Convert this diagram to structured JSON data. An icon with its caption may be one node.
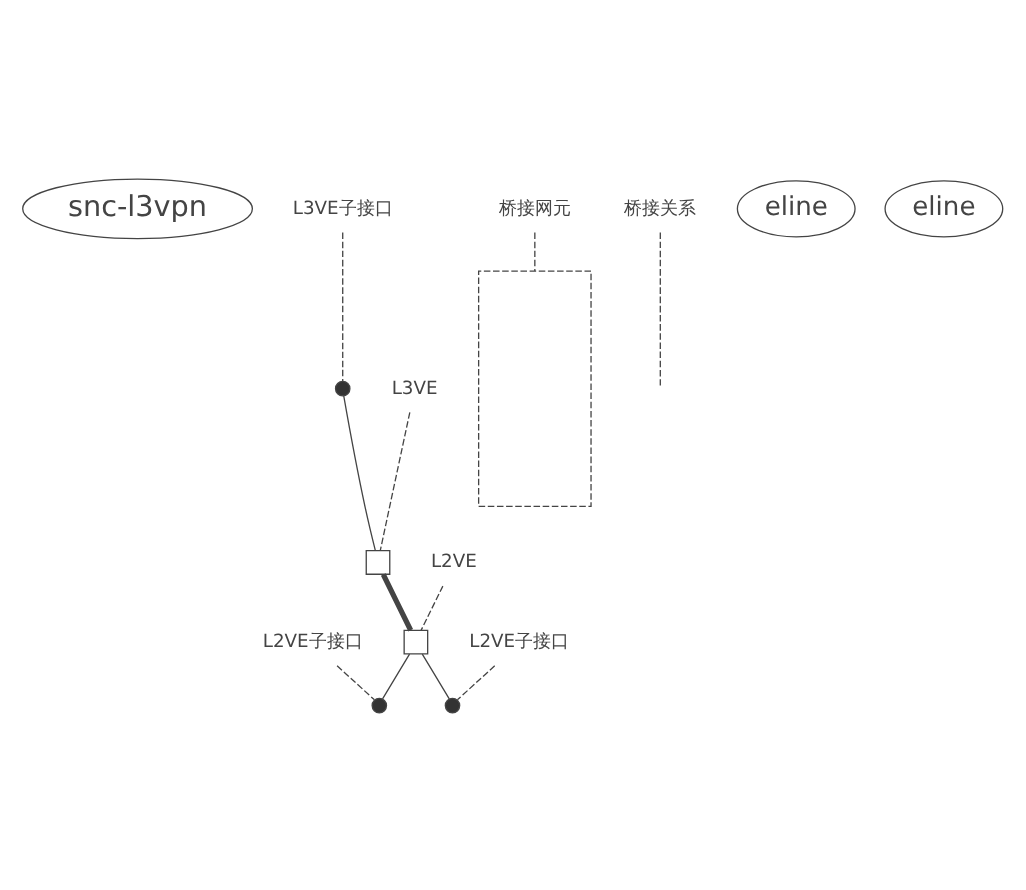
{
  "diagram": {
    "nodes": [
      {
        "text": [
          "snc-l3vpn"
        ]
      },
      {
        "text": [
          "L3VE子接口"
        ]
      },
      {
        "text": [
          "桥接网元"
        ]
      },
      {
        "text": [],
        "shape": "box"
      },
      {
        "text": [],
        "shape": "circle"
      },
      {
        "text": [
          "L3VE"
        ]
      },
      {
        "text": [],
        "shape": "box"
      },
      {
        "text": [
          "桥接关系"
        ]
      },
      {
        "text": [],
        "shape": "box"
      },
      {
        "text": [
          "L2VE"
        ]
      },
      {
        "text": [
          "L2VE子接口"
        ]
      },
      {
        "text": [
          "L2VE子接口"
        ]
      },
      {
        "text": [
          "eline"
        ]
      },
      {
        "text": [],
        "shape": "circle"
      },
      {
        "text": [
          "eline"
        ]
      },
      {
        "text": [],
        "shape": "circle"
      }
    ],
    "edges": [
      {
        "from": 1,
        "to": 4,
        "arrow": "none",
        "style": "dashed"
      },
      {
        "from": 2,
        "to": 3,
        "arrow": "none",
        "style": "dashed"
      },
      {
        "from": 4,
        "to": 6,
        "arrow": "none"
      },
      {
        "from": 6,
        "to": 8,
        "arrow": "none",
        "style": "thick"
      },
      {
        "from": 7,
        "to": null,
        "arrow": "none",
        "style": "dashed"
      },
      {
        "from": 5,
        "to": 6,
        "arrow": "none",
        "style": "dashed"
      },
      {
        "from": 9,
        "to": 8,
        "arrow": "none",
        "style": "dashed"
      },
      {
        "from": 8,
        "to": 13,
        "arrow": "none"
      },
      {
        "from": 8,
        "to": 15,
        "arrow": "none"
      },
      {
        "from": 10,
        "to": 13,
        "arrow": "none",
        "style": "dashed"
      },
      {
        "from": 11,
        "to": 15,
        "arrow": "none",
        "style": "dashed"
      }
    ]
  }
}
